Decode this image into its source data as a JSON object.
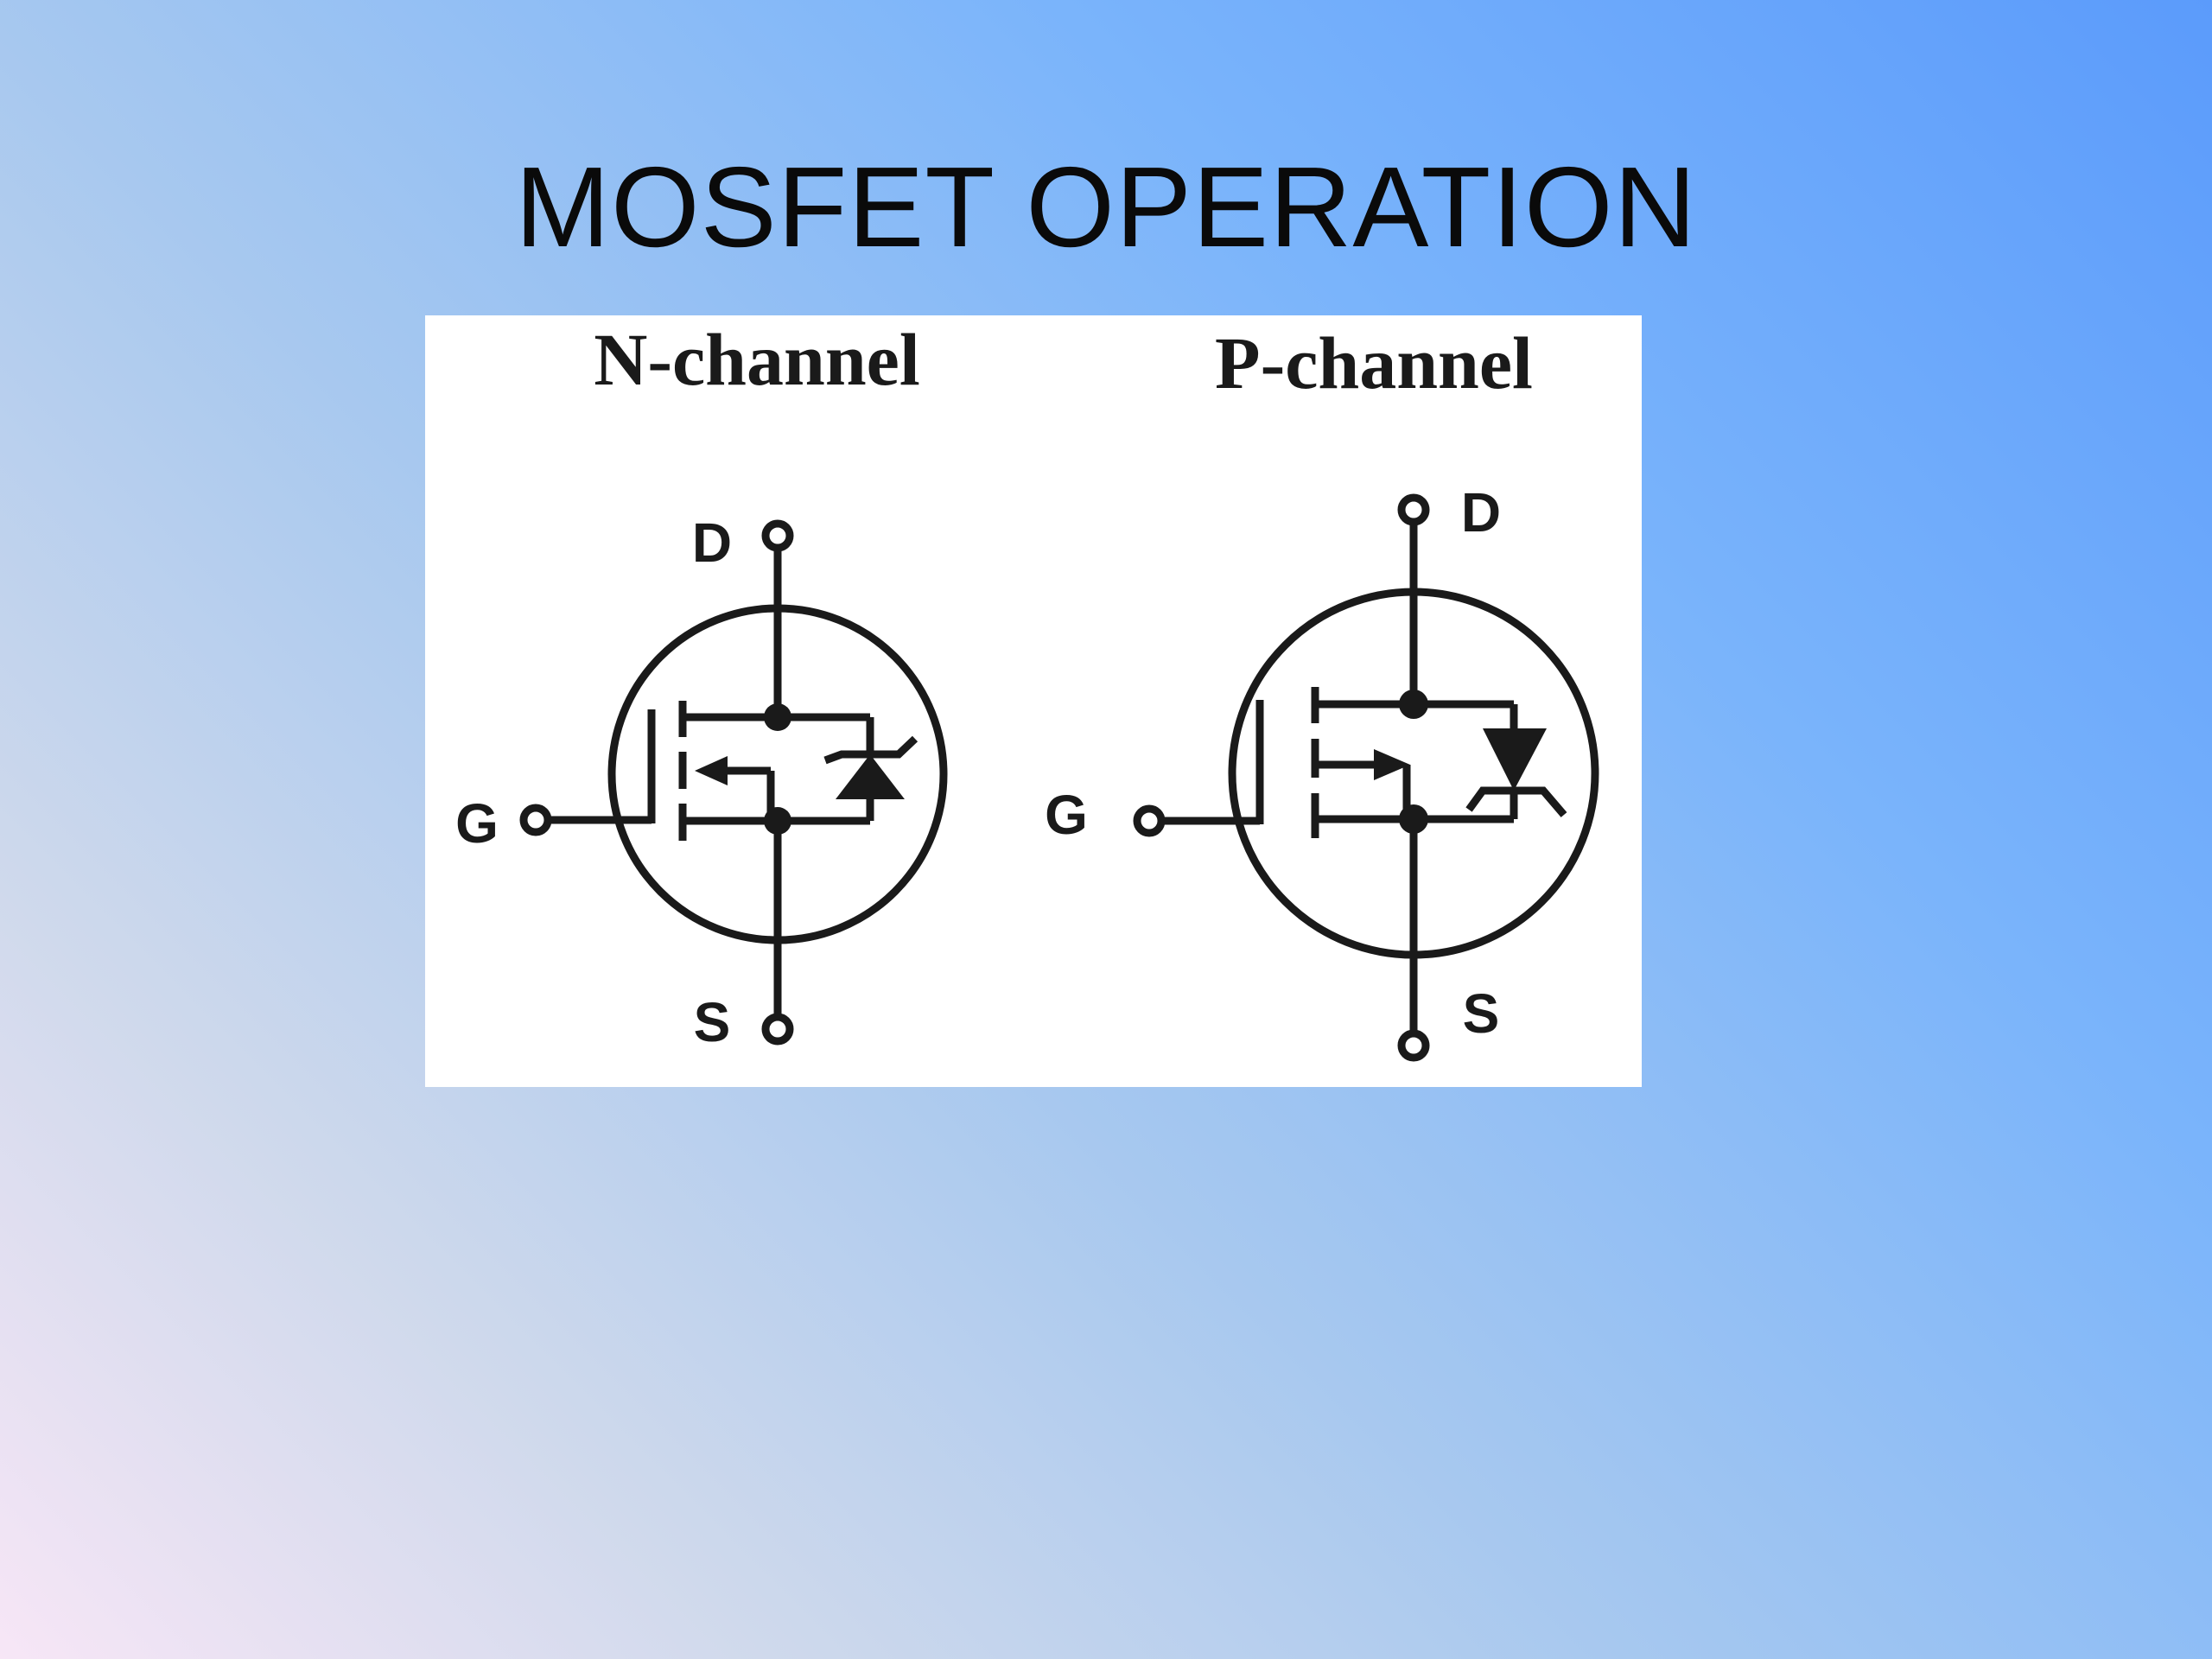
{
  "slide": {
    "title": "MOSFET OPERATION"
  },
  "diagram": {
    "n_channel": {
      "title": "N-channel",
      "drain": "D",
      "gate": "G",
      "source": "S"
    },
    "p_channel": {
      "title": "P-channel",
      "drain": "D",
      "gate": "G",
      "source": "S"
    }
  },
  "colors": {
    "gradient_top_right": "#5b9bfb",
    "gradient_bottom_left": "#f7e6f6",
    "symbol_stroke": "#1a1a1a",
    "diagram_background": "#ffffff"
  }
}
